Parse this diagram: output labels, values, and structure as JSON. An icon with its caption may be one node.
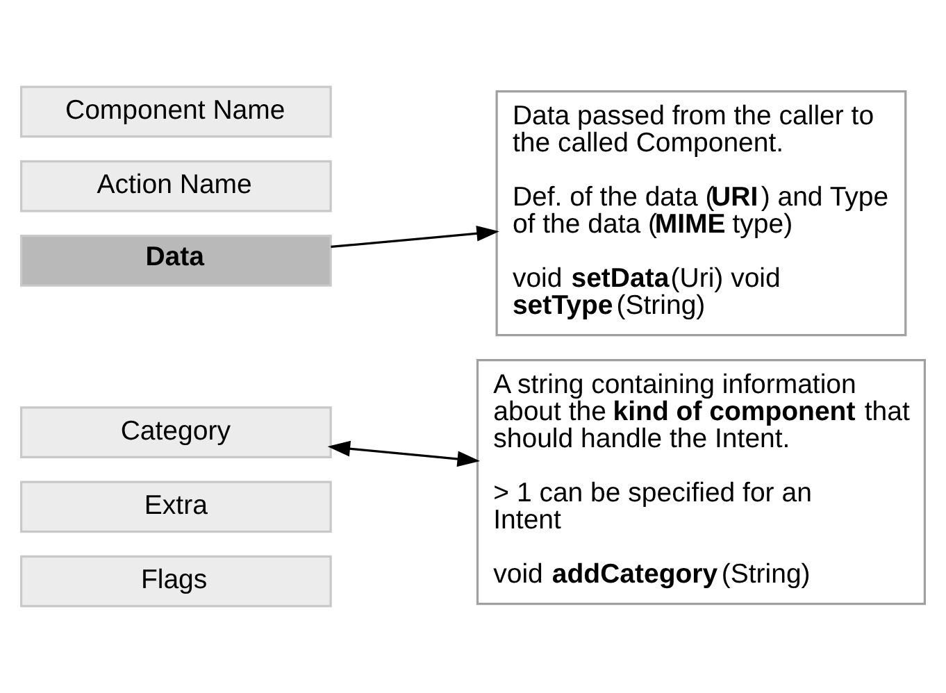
{
  "diagram": {
    "nodes": [
      {
        "text": [
          "Component Name"
        ]
      },
      {
        "text": [
          "Action Name"
        ]
      },
      {
        "text": [
          "Data"
        ]
      },
      {
        "text": [
          "Category"
        ]
      },
      {
        "text": [
          "Extra"
        ]
      },
      {
        "text": [
          "Flags"
        ]
      },
      {
        "text": [
          "Data passed from the caller to the called Component.",
          "Def. of the data (**URI**) and Type of the data (**MIME** type)",
          "void **setData**(Uri) void **setType**(String)"
        ]
      },
      {
        "text": [
          "A string containing information about the **kind of component** that should handle the Intent.",
          "> 1 can be specified for an Intent",
          "void **addCategory**(String)"
        ]
      }
    ],
    "edges": [
      {
        "from": 2,
        "to": 6,
        "arrow": "to"
      },
      {
        "from": 3,
        "to": 7,
        "arrow": "both"
      }
    ]
  }
}
